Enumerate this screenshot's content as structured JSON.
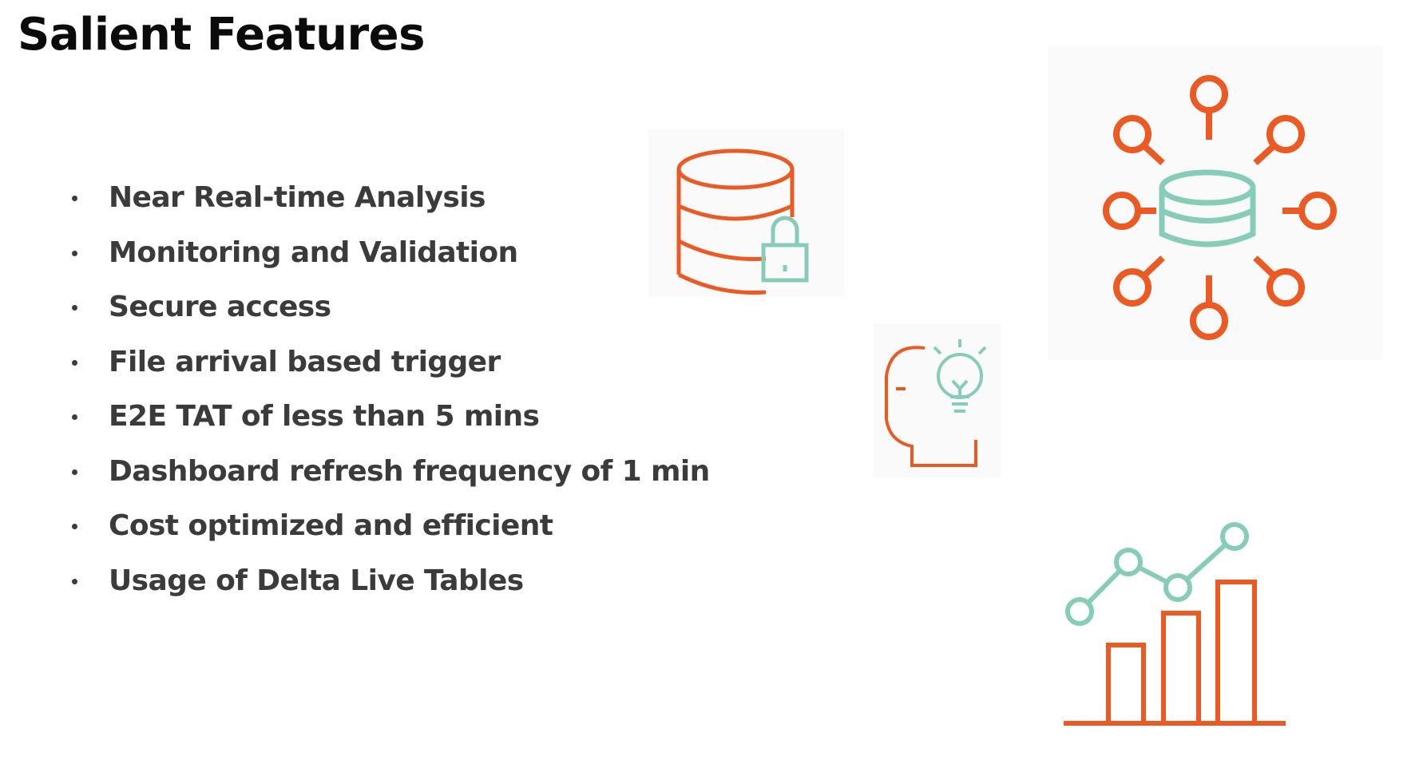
{
  "slide": {
    "title": "Salient Features"
  },
  "features": [
    "Near Real-time Analysis",
    "Monitoring and Validation",
    "Secure access",
    "File arrival based trigger",
    "E2E TAT of less than 5 mins",
    "Dashboard refresh frequency of 1 min",
    "Cost optimized and efficient",
    "Usage of Delta Live Tables"
  ],
  "icons": {
    "database_lock": "database-lock-icon",
    "head_idea": "head-lightbulb-icon",
    "data_hub": "database-search-hub-icon",
    "growth_chart": "bar-line-growth-icon"
  },
  "colors": {
    "accent_orange": "#ec5a24",
    "accent_teal": "#86cdb9",
    "text_dark": "#3b3b3b",
    "title": "#0b0b0b"
  }
}
